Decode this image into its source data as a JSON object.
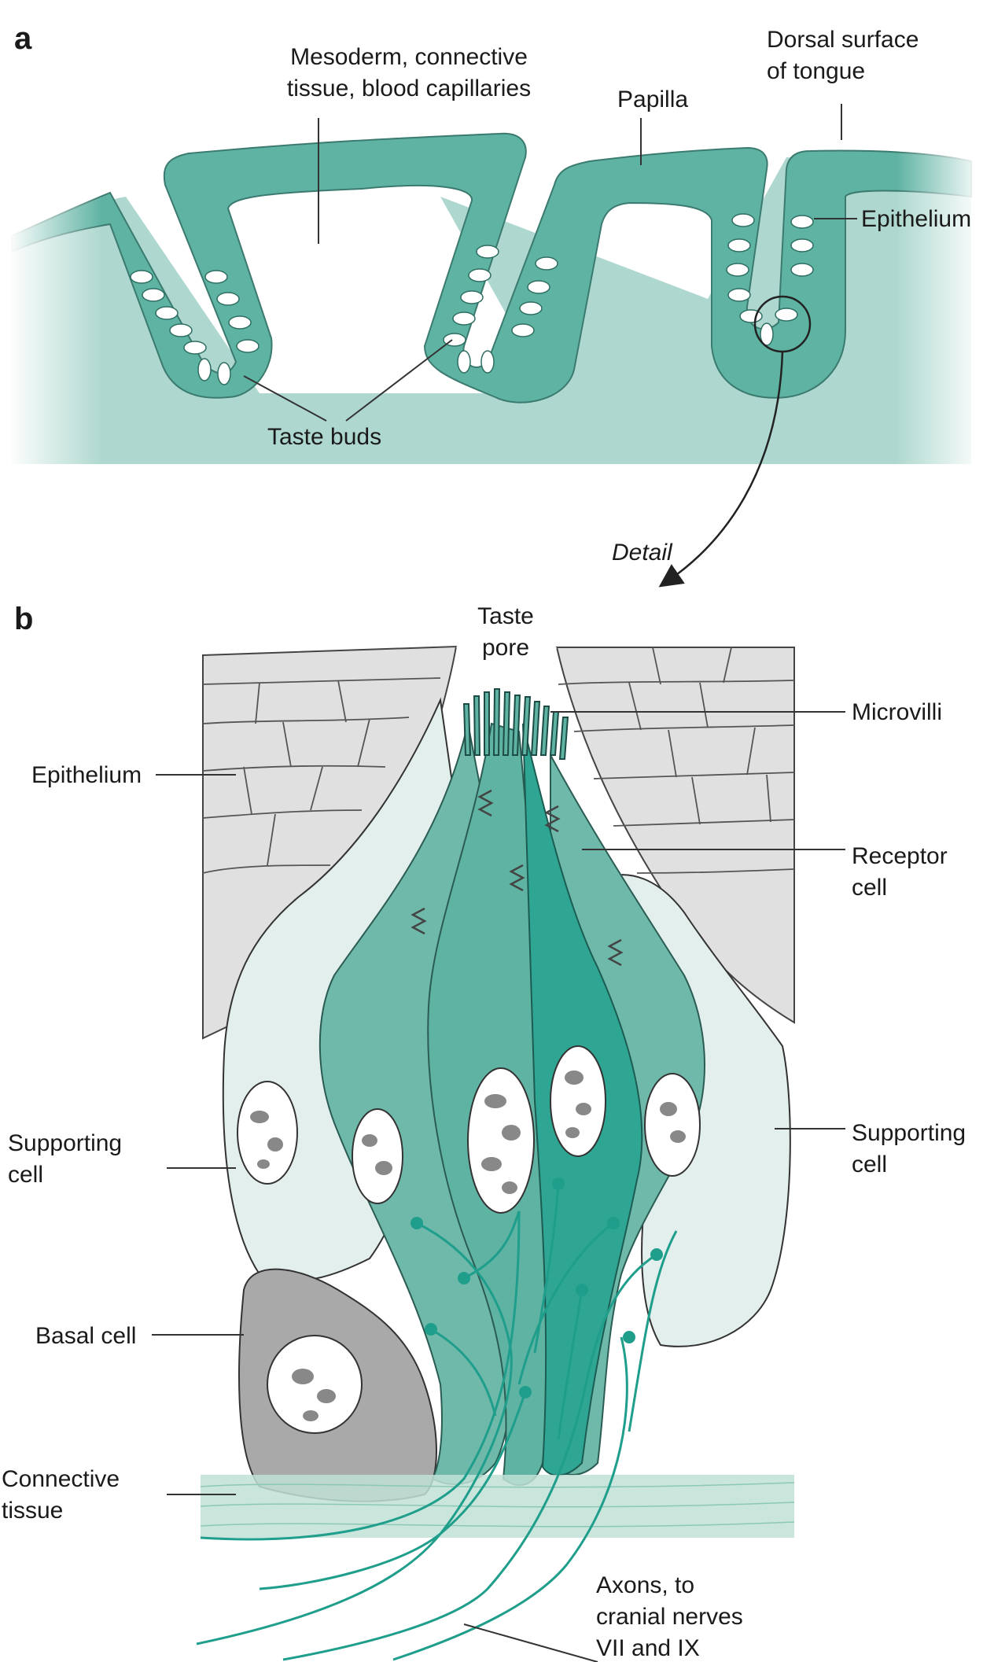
{
  "panels": {
    "a": {
      "letter": "a",
      "labels": {
        "mesoderm_line1": "Mesoderm, connective",
        "mesoderm_line2": "tissue, blood capillaries",
        "papilla": "Papilla",
        "dorsal_line1": "Dorsal surface",
        "dorsal_line2": "of tongue",
        "epithelium": "Epithelium",
        "taste_buds": "Taste buds"
      }
    },
    "detail": "Detail",
    "b": {
      "letter": "b",
      "labels": {
        "taste_pore_line1": "Taste",
        "taste_pore_line2": "pore",
        "microvilli": "Microvilli",
        "epithelium": "Epithelium",
        "receptor_line1": "Receptor",
        "receptor_line2": "cell",
        "supporting_left_line1": "Supporting",
        "supporting_left_line2": "cell",
        "supporting_right_line1": "Supporting",
        "supporting_right_line2": "cell",
        "basal_cell": "Basal cell",
        "connective_line1": "Connective",
        "connective_line2": "tissue",
        "axons_line1": "Axons, to",
        "axons_line2": "cranial nerves",
        "axons_line3": "VII and IX"
      }
    }
  },
  "colors": {
    "tissue_light": "#aed8cf",
    "epithelium_teal": "#5fb3a3",
    "receptor_teal": "#2fa593",
    "receptor_mid": "#6fb9ab",
    "supporting": "#e2efec",
    "epithelium_gray": "#e0e0e0",
    "basal_gray": "#a9a9a9",
    "nerve": "#1f9e8c"
  }
}
